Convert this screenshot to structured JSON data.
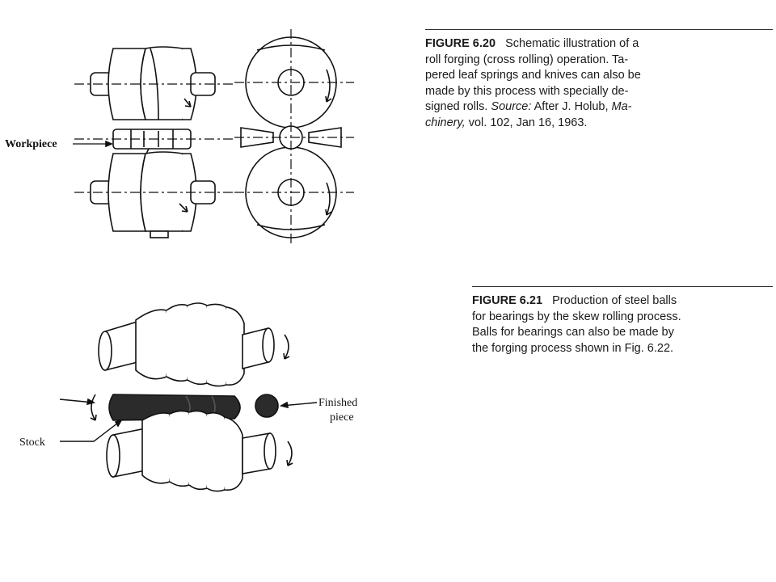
{
  "figure_620": {
    "label": "FIGURE 6.20",
    "caption_lines": [
      "Schematic illustration of a",
      "roll forging (cross rolling) operation. Ta-",
      "pered leaf springs and knives can also be",
      "made by this process with specially de-",
      "signed rolls.",
      "Source:",
      "After J. Holub,",
      "Ma-",
      "chinery,",
      "vol. 102, Jan 16, 1963."
    ],
    "callout_workpiece": "Workpiece"
  },
  "figure_621": {
    "label": "FIGURE 6.21",
    "caption_lines": [
      "Production of steel balls",
      "for bearings by the skew rolling process.",
      "Balls for bearings can also be made by",
      "the forging process shown in Fig. 6.22."
    ],
    "callout_finished_1": "Finished",
    "callout_finished_2": "piece",
    "callout_stock": "Stock"
  }
}
